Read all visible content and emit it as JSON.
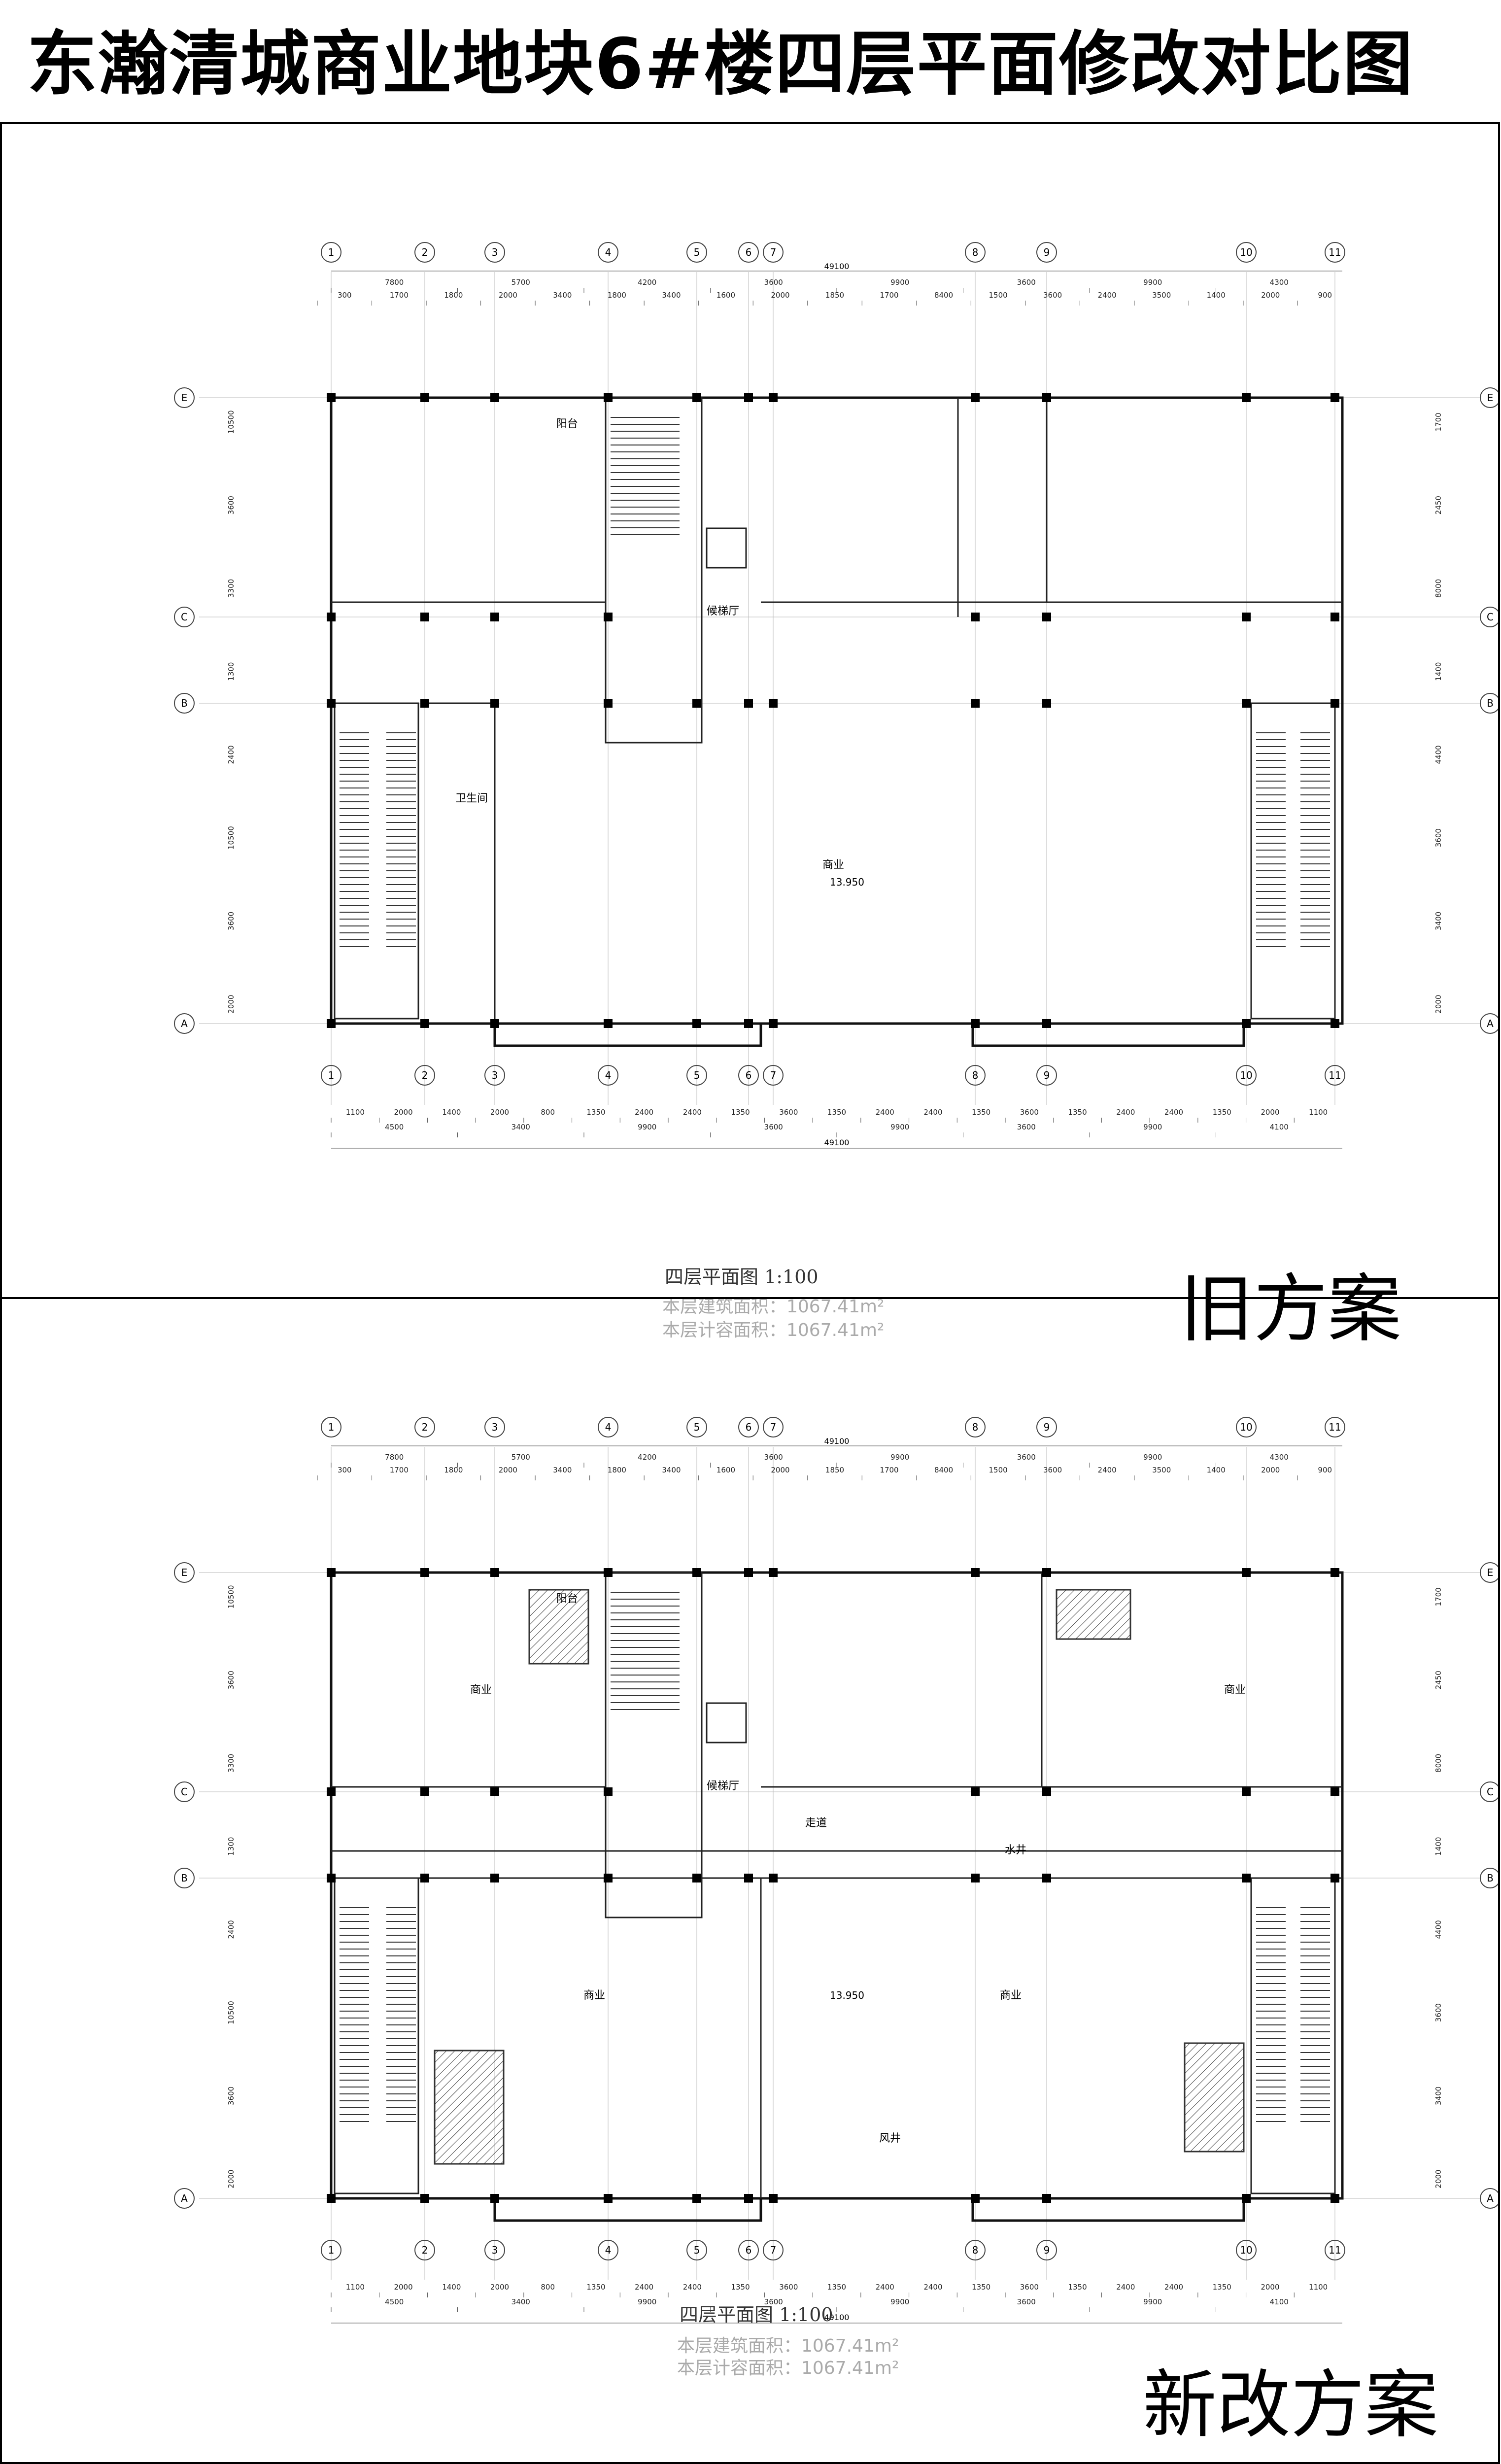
{
  "title": "东瀚清城商业地块6#楼四层平面修改对比图",
  "grid": {
    "cols": [
      "1",
      "2",
      "3",
      "4",
      "5",
      "6",
      "7",
      "8",
      "9",
      "10",
      "11"
    ],
    "rows": [
      "E",
      "C",
      "B",
      "A"
    ]
  },
  "dims": {
    "total": "49100",
    "top_bays": [
      "7800",
      "5700",
      "4200",
      "3600",
      "9900",
      "3600",
      "9900",
      "4300"
    ],
    "top_parts": [
      "300",
      "1700",
      "1800",
      "2000",
      "3400",
      "1800",
      "3400",
      "1600",
      "2000",
      "1850",
      "1700",
      "8400",
      "1500",
      "3600",
      "2400",
      "3500",
      "1400",
      "2000",
      "900"
    ],
    "bottom_parts": [
      "1100",
      "2000",
      "1400",
      "2000",
      "800",
      "1350",
      "2400",
      "2400",
      "1350",
      "3600",
      "1350",
      "2400",
      "2400",
      "1350",
      "3600",
      "1350",
      "2400",
      "2400",
      "1350",
      "2000",
      "1100"
    ],
    "bottom_bays": [
      "4500",
      "3400",
      "9900",
      "3600",
      "9900",
      "3600",
      "9900",
      "4100"
    ],
    "left": [
      "10500",
      "3600",
      "3300",
      "1300",
      "2400",
      "10500",
      "3600",
      "2000"
    ],
    "right": [
      "1700",
      "2450",
      "8000",
      "1400",
      "4400",
      "3600",
      "3400",
      "2000"
    ]
  },
  "labels": {
    "balcony": "阳台",
    "shop": "商业",
    "toilet": "卫生间",
    "elevator": "候梯厅",
    "aisle": "走道",
    "vent": "风井",
    "water": "水井",
    "elev_num": "13.950"
  },
  "old": {
    "plan_title": "四层平面图 1:100",
    "area_build": "本层建筑面积：1067.41m²",
    "area_calc": "本层计容面积：1067.41m²",
    "scheme": "旧方案"
  },
  "new": {
    "plan_title": "四层平面图 1:100",
    "area_build": "本层建筑面积：1067.41m²",
    "area_calc": "本层计容面积：1067.41m²",
    "scheme": "新改方案"
  }
}
